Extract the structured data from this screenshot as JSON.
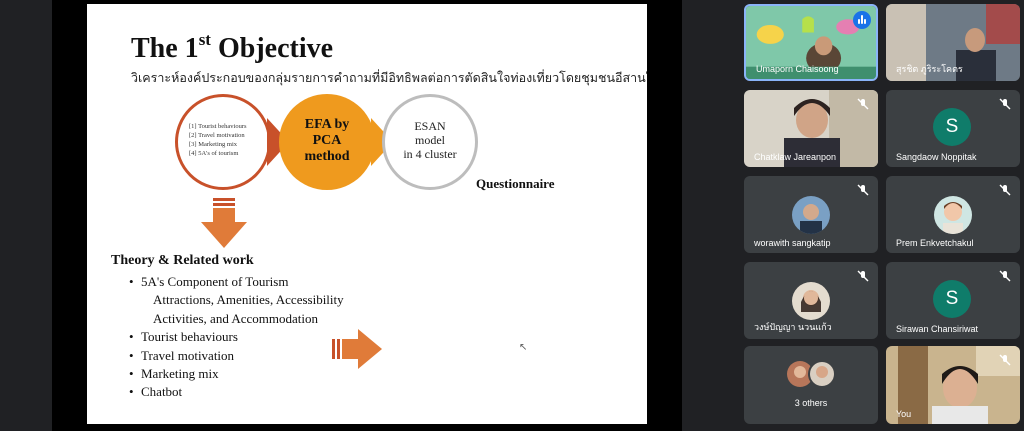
{
  "slide": {
    "title_main": "The 1",
    "title_sup": "st",
    "title_rest": " Objective",
    "subtitle_thai": "วิเคราะห์องค์ประกอบของกลุ่มรายการคำถามที่มีอิทธิพลต่อการตัดสินใจท่องเที่ยวโดยชุมชนอีสานใต้",
    "circle1_items": [
      "[1] Tourist behaviours",
      "[2] Travel motivation",
      "[3] Marketing mix",
      "[4] 5A's of tourism"
    ],
    "circle2_lines": [
      "EFA by",
      "PCA",
      "method"
    ],
    "circle3_lines": [
      "ESAN",
      "model",
      "in 4 cluster"
    ],
    "questionnaire": "Questionnaire",
    "theory_heading": "Theory & Related work",
    "theory_items": [
      {
        "text": "5A's Component of Tourism",
        "type": "bul"
      },
      {
        "text": "Attractions, Amenities, Accessibility",
        "type": "sub"
      },
      {
        "text": "Activities, and Accommodation",
        "type": "sub"
      },
      {
        "text": "Tourist behaviours",
        "type": "bul"
      },
      {
        "text": "Travel motivation",
        "type": "bul"
      },
      {
        "text": "Marketing mix",
        "type": "bul"
      },
      {
        "text": "Chatbot",
        "type": "bul"
      }
    ],
    "colors": {
      "accent_dark": "#c8512a",
      "accent_orange": "#ef9a1e",
      "gray": "#bdbdbd"
    }
  },
  "participants": {
    "umaporn": "Umaporn Chaisoong",
    "surachit": "สุรชิต ภูริระโคตร",
    "chatklaw": "Chatklaw Jareanpon",
    "sangdaow": "Sangdaow Noppitak",
    "sangdaow_initial": "S",
    "worawith": "worawith sangkatip",
    "prem": "Prem Enkvetchakul",
    "wongpanya": "วงษ์ปัญญา นวนแก้ว",
    "sirawan": "Sirawan Chansiriwat",
    "sirawan_initial": "S",
    "others": "3 others",
    "you": "You"
  }
}
